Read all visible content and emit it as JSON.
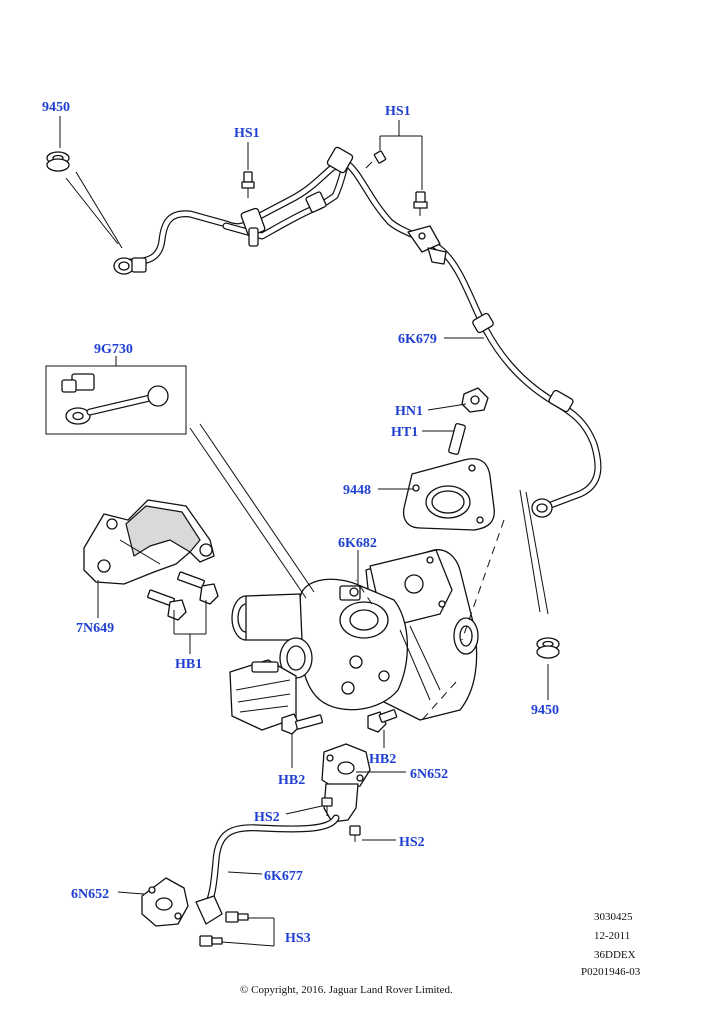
{
  "callouts": {
    "c_9450_top": "9450",
    "c_hs1_left": "HS1",
    "c_hs1_right": "HS1",
    "c_6k679": "6K679",
    "c_9g730": "9G730",
    "c_hn1": "HN1",
    "c_ht1": "HT1",
    "c_9448": "9448",
    "c_6k682": "6K682",
    "c_7n649": "7N649",
    "c_hb1": "HB1",
    "c_9450_right": "9450",
    "c_hb2_left": "HB2",
    "c_hb2_right": "HB2",
    "c_6n652_right": "6N652",
    "c_hs2_left": "HS2",
    "c_hs2_right": "HS2",
    "c_6k677": "6K677",
    "c_6n652_left": "6N652",
    "c_hs3": "HS3"
  },
  "reference": {
    "line1": "3030425",
    "line2": "12-2011",
    "line3": "36DDEX",
    "line4": "P0201946-03"
  },
  "copyright": "© Copyright, 2016. Jaguar Land Rover Limited.",
  "colors": {
    "callout": "#1f3fd0",
    "linework": "#111111",
    "background": "#ffffff"
  }
}
